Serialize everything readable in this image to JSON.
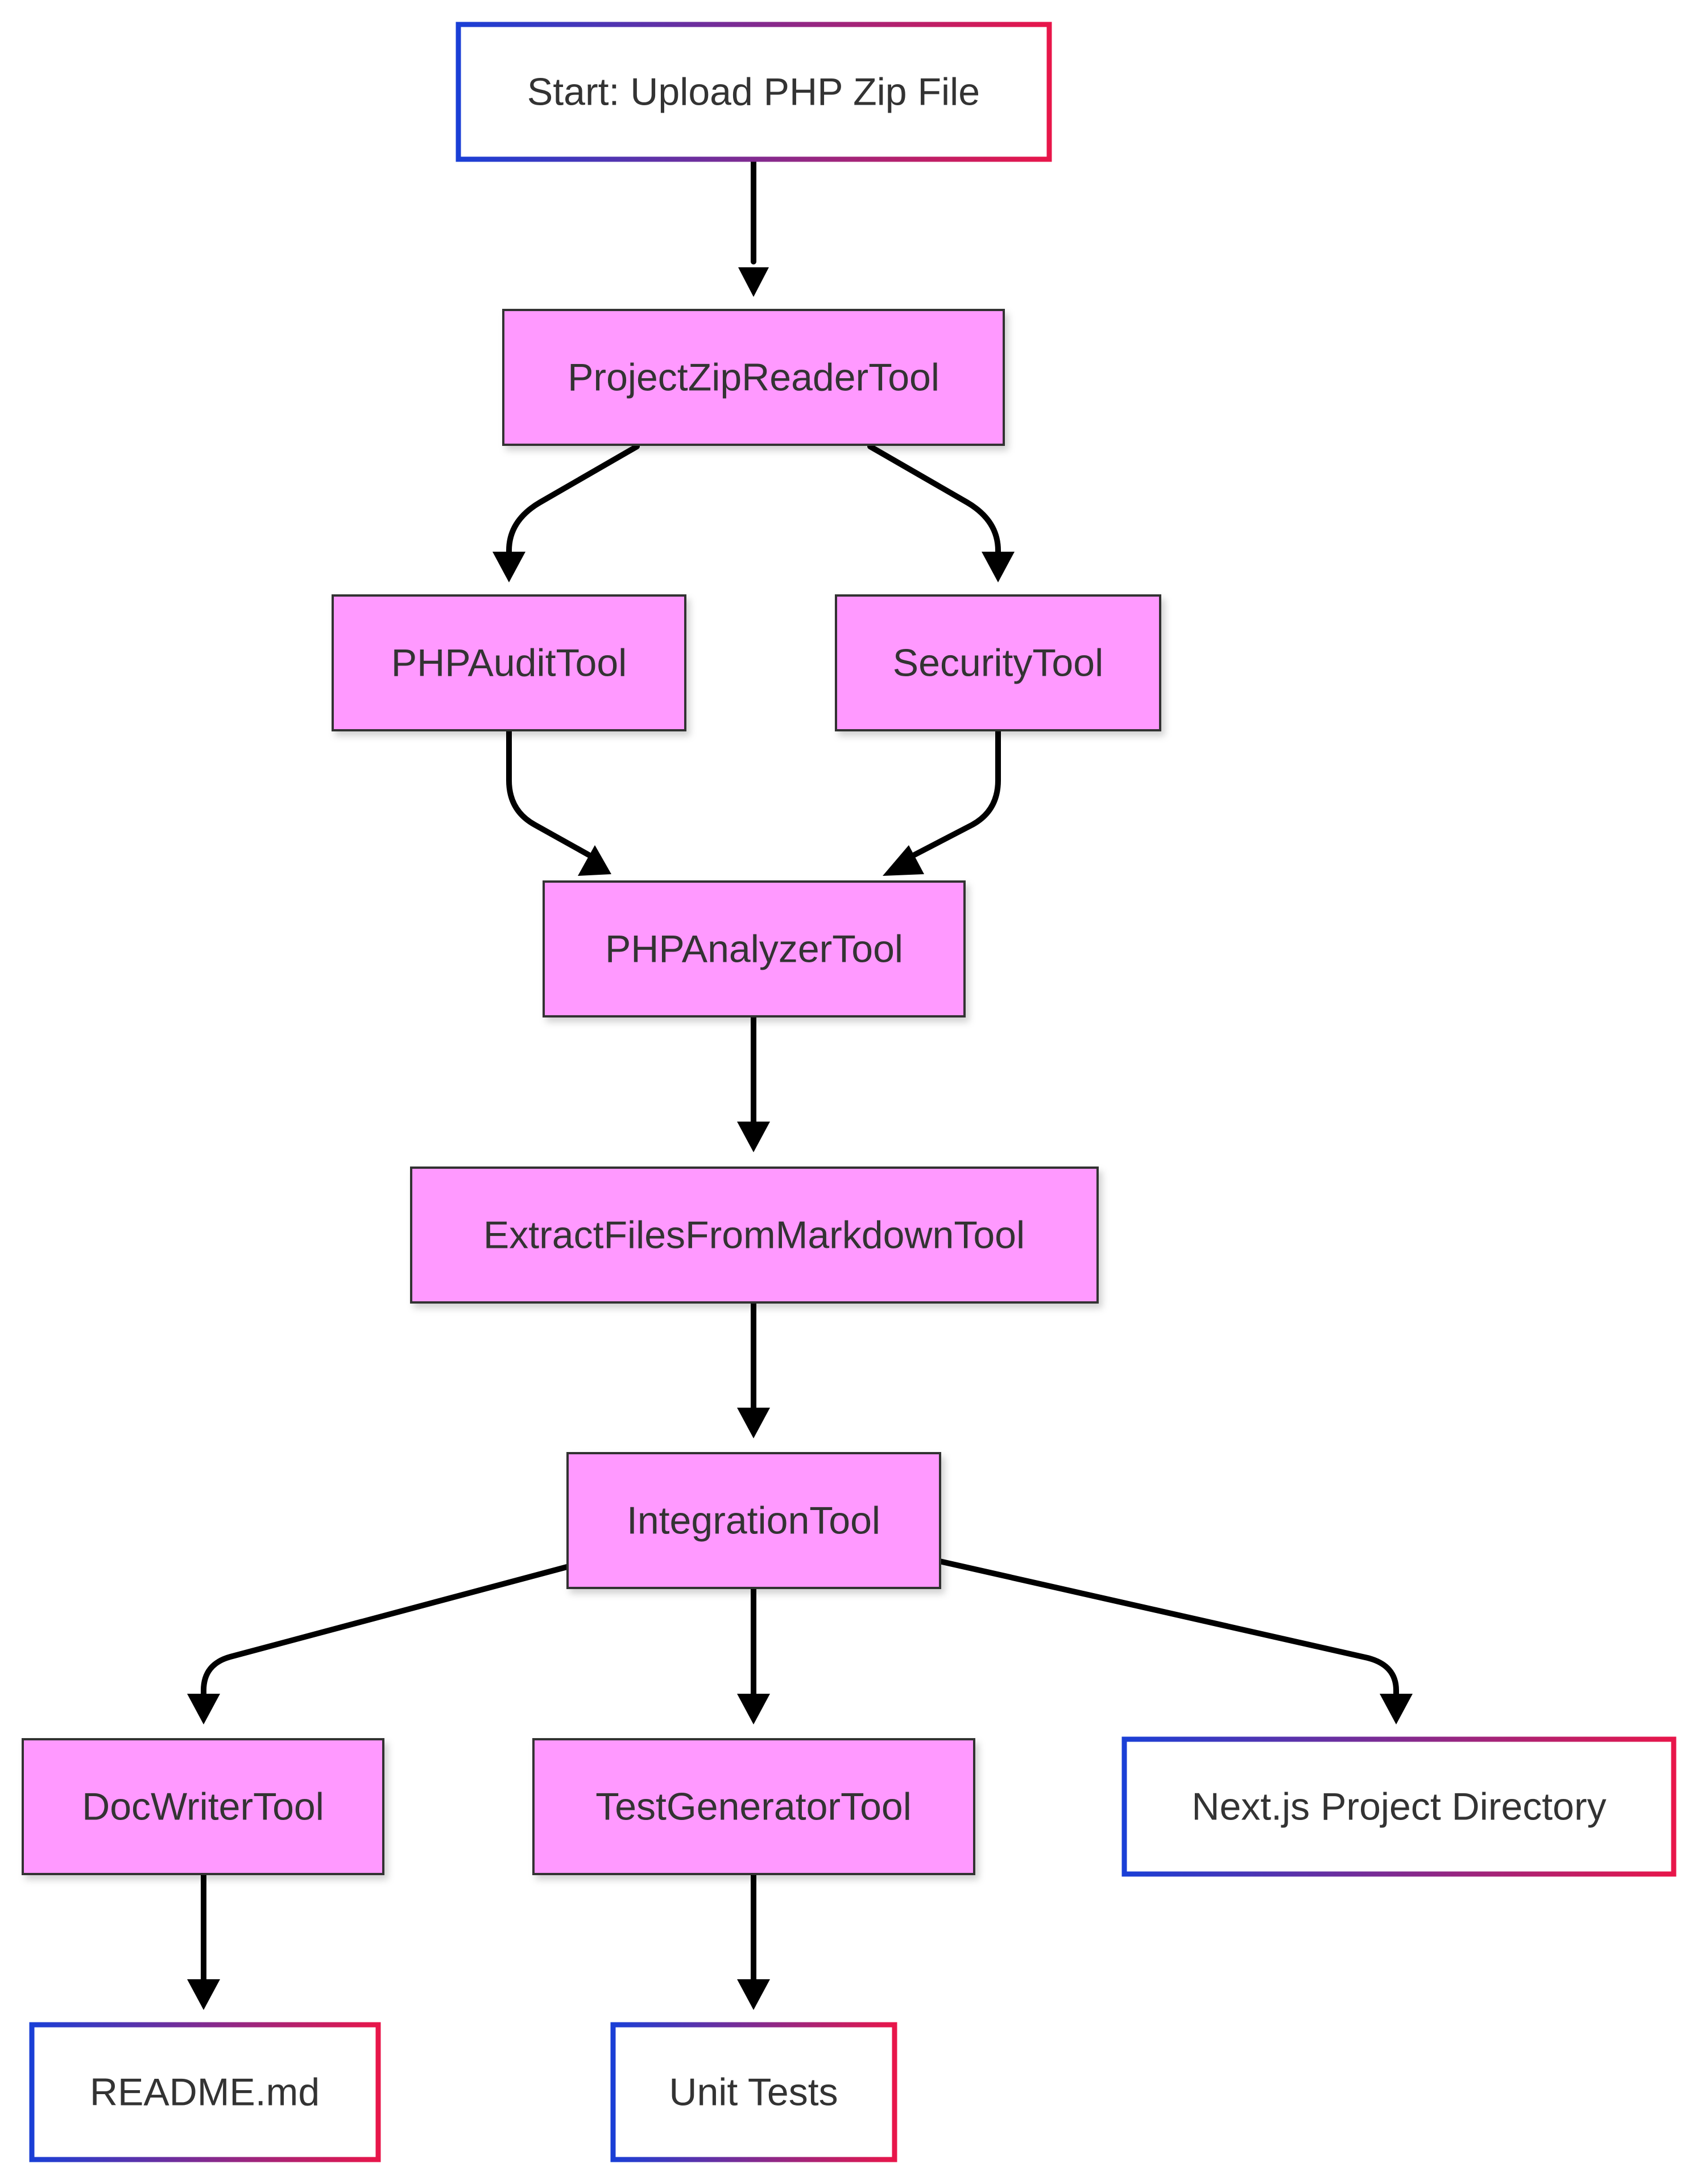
{
  "colors": {
    "tool_fill": "#ff99ff",
    "tool_stroke": "#333333",
    "io_gradient_start": "#1a3fd6",
    "io_gradient_end": "#e8164a",
    "edge": "#000000",
    "label": "#333333"
  },
  "nodes": {
    "start": {
      "label": "Start: Upload PHP Zip File",
      "kind": "io"
    },
    "zip_reader": {
      "label": "ProjectZipReaderTool",
      "kind": "tool"
    },
    "php_audit": {
      "label": "PHPAuditTool",
      "kind": "tool"
    },
    "security": {
      "label": "SecurityTool",
      "kind": "tool"
    },
    "php_analyzer": {
      "label": "PHPAnalyzerTool",
      "kind": "tool"
    },
    "extract_files": {
      "label": "ExtractFilesFromMarkdownTool",
      "kind": "tool"
    },
    "integration": {
      "label": "IntegrationTool",
      "kind": "tool"
    },
    "doc_writer": {
      "label": "DocWriterTool",
      "kind": "tool"
    },
    "test_generator": {
      "label": "TestGeneratorTool",
      "kind": "tool"
    },
    "nextjs_dir": {
      "label": "Next.js Project Directory",
      "kind": "io"
    },
    "readme": {
      "label": "README.md",
      "kind": "io"
    },
    "unit_tests": {
      "label": "Unit Tests",
      "kind": "io"
    }
  },
  "edges": [
    {
      "from": "start",
      "to": "zip_reader"
    },
    {
      "from": "zip_reader",
      "to": "php_audit"
    },
    {
      "from": "zip_reader",
      "to": "security"
    },
    {
      "from": "php_audit",
      "to": "php_analyzer"
    },
    {
      "from": "security",
      "to": "php_analyzer"
    },
    {
      "from": "php_analyzer",
      "to": "extract_files"
    },
    {
      "from": "extract_files",
      "to": "integration"
    },
    {
      "from": "integration",
      "to": "doc_writer"
    },
    {
      "from": "integration",
      "to": "test_generator"
    },
    {
      "from": "integration",
      "to": "nextjs_dir"
    },
    {
      "from": "doc_writer",
      "to": "readme"
    },
    {
      "from": "test_generator",
      "to": "unit_tests"
    }
  ]
}
